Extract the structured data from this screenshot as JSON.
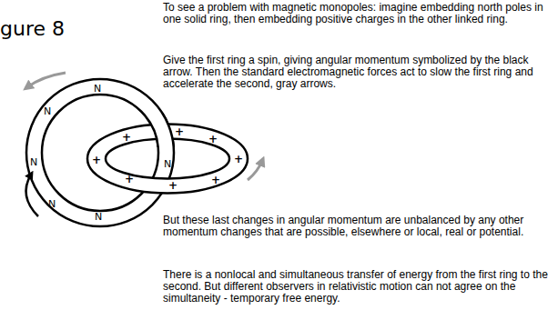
{
  "diagram": {
    "title": "gure 8",
    "nodes": [
      {
        "text": [
          "N",
          "N",
          "N",
          "N",
          "N",
          "N"
        ]
      },
      {
        "text": [
          "+",
          "+",
          "+",
          "+",
          "+",
          "+",
          "+",
          "+"
        ]
      }
    ],
    "labels": [
      "To see a problem with magnetic monopoles: imagine embedding north poles in one solid ring, then embedding positive charges in the other linked ring.",
      "Give the first ring a spin, giving angular momentum symbolized by the black arrow. Then the standard electromagnetic forces act to slow the first ring and accelerate the second, gray arrows.",
      "But these last changes in angular momentum are unbalanced by any other momentum changes that are possible, elsewhere or local, real or potential.",
      "There is a nonlocal and simultaneous transfer of energy from the first ring to the second. But different observers in relativistic motion can not agree on the simultaneity - temporary free energy."
    ]
  }
}
